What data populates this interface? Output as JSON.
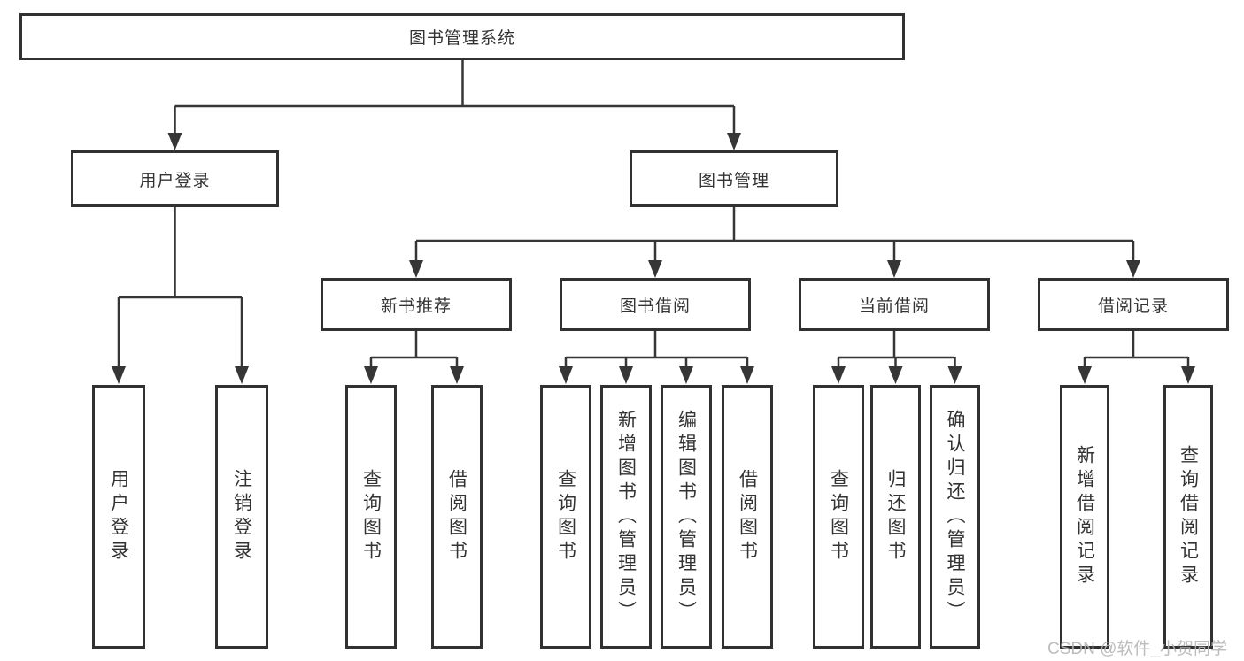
{
  "tree": {
    "root": {
      "label": "图书管理系统"
    },
    "branches": [
      {
        "label": "用户登录",
        "leaves": [
          {
            "label": "用户登录"
          },
          {
            "label": "注销登录"
          }
        ]
      },
      {
        "label": "图书管理",
        "groups": [
          {
            "label": "新书推荐",
            "leaves": [
              {
                "label": "查询图书"
              },
              {
                "label": "借阅图书"
              }
            ]
          },
          {
            "label": "图书借阅",
            "leaves": [
              {
                "label": "查询图书"
              },
              {
                "label": "新增图书（管理员）"
              },
              {
                "label": "编辑图书（管理员）"
              },
              {
                "label": "借阅图书"
              }
            ]
          },
          {
            "label": "当前借阅",
            "leaves": [
              {
                "label": "查询图书"
              },
              {
                "label": "归还图书"
              },
              {
                "label": "确认归还（管理员）"
              }
            ]
          },
          {
            "label": "借阅记录",
            "leaves": [
              {
                "label": "新增借阅记录"
              },
              {
                "label": "查询借阅记录"
              }
            ]
          }
        ]
      }
    ]
  },
  "watermark": {
    "text": "CSDN @软件_小贺同学"
  },
  "colors": {
    "background": "#ffffff",
    "line": "#363636",
    "box_border": "#313131",
    "text": "#333333",
    "watermark": "#b5b5b5"
  }
}
